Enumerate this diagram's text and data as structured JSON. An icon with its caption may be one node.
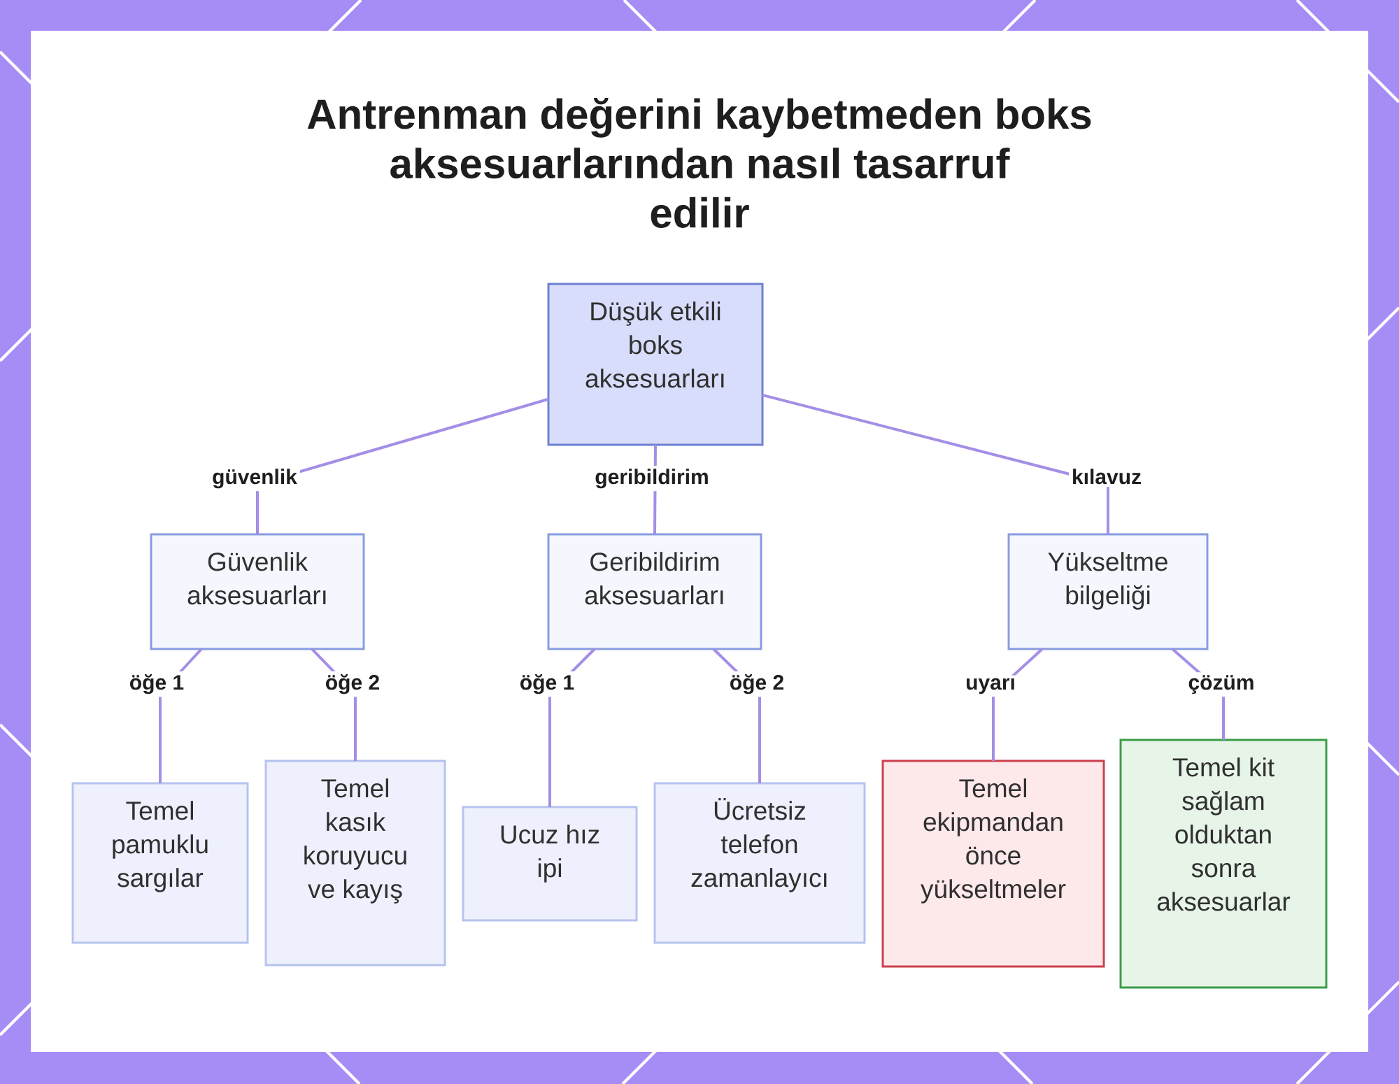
{
  "diagram": {
    "title": "Antrenman değerini kaybetmeden boks aksesuarlarından nasıl tasarruf edilir",
    "nodes": [
      {
        "text": [
          "Düşük etkili boks aksesuarları"
        ]
      },
      {
        "text": [
          "Güvenlik aksesuarları"
        ]
      },
      {
        "text": [
          "Geribildirim aksesuarları"
        ]
      },
      {
        "text": [
          "Yükseltme bilgeliği"
        ]
      },
      {
        "text": [
          "Temel pamuklu sargılar"
        ]
      },
      {
        "text": [
          "Temel kasık koruyucu ve kayış"
        ]
      },
      {
        "text": [
          "Ucuz hız ipi"
        ]
      },
      {
        "text": [
          "Ücretsiz telefon zamanlayıcı"
        ]
      },
      {
        "text": [
          "Temel ekipmandan önce yükseltmeler"
        ]
      },
      {
        "text": [
          "Temel kit sağlam olduktan sonra aksesuarlar"
        ]
      }
    ],
    "edges": [
      {
        "from": 0,
        "to": 1,
        "arrow": "none",
        "label": "güvenlik"
      },
      {
        "from": 0,
        "to": 2,
        "arrow": "none",
        "label": "geribildirim"
      },
      {
        "from": 0,
        "to": 3,
        "arrow": "none",
        "label": "kılavuz"
      },
      {
        "from": 1,
        "to": 4,
        "arrow": "none",
        "label": "öğe 1"
      },
      {
        "from": 1,
        "to": 5,
        "arrow": "none",
        "label": "öğe 2"
      },
      {
        "from": 2,
        "to": 6,
        "arrow": "none",
        "label": "öğe 1"
      },
      {
        "from": 2,
        "to": 7,
        "arrow": "none",
        "label": "öğe 2"
      },
      {
        "from": 3,
        "to": 8,
        "arrow": "none",
        "label": "uyarı"
      },
      {
        "from": 3,
        "to": 9,
        "arrow": "none",
        "label": "çözüm"
      }
    ]
  }
}
